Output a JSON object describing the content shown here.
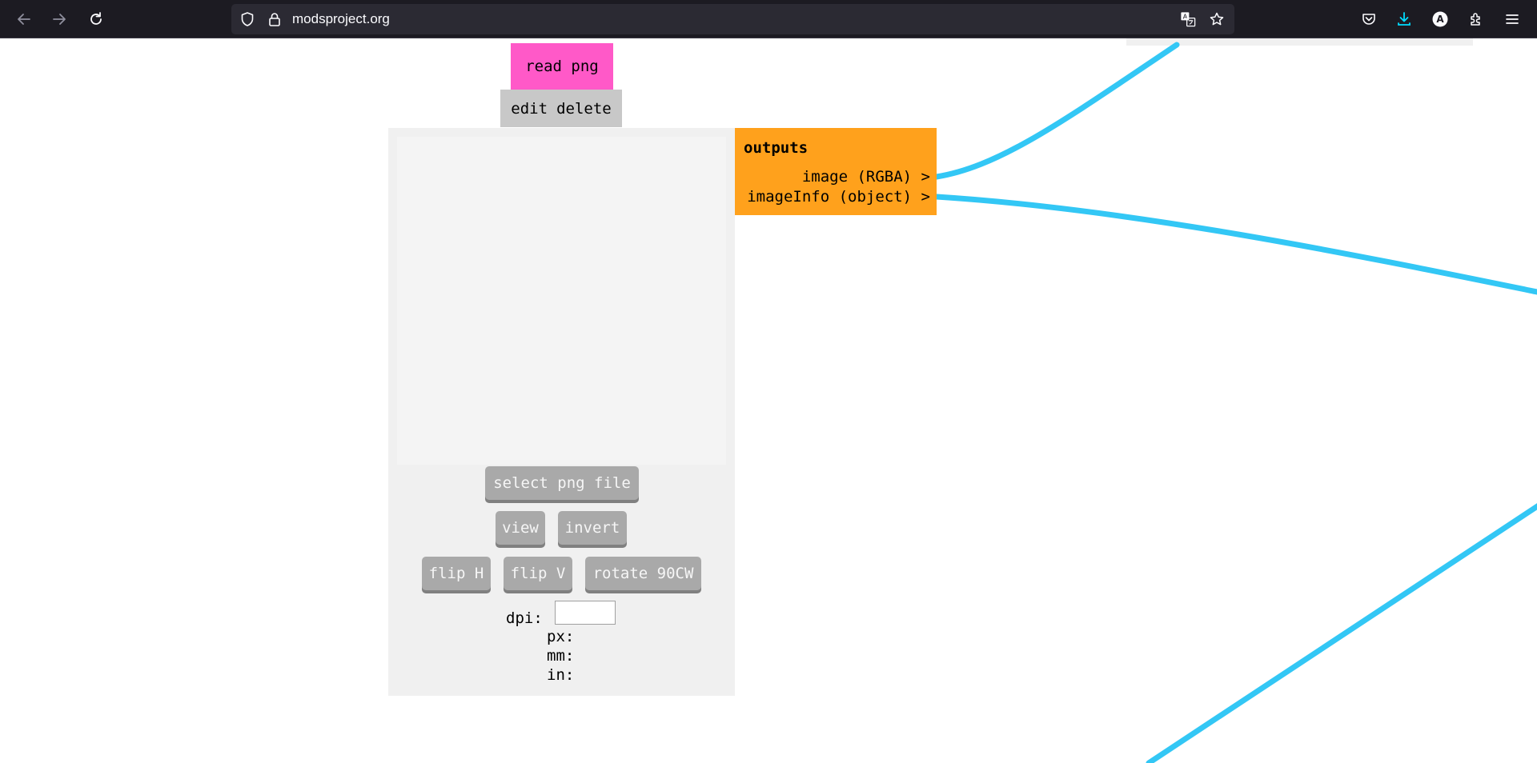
{
  "browser": {
    "url": "modsproject.org",
    "icons": {
      "back": "back-arrow-icon",
      "forward": "forward-arrow-icon",
      "reload": "reload-icon",
      "tracking": "shield-icon",
      "secure": "lock-icon",
      "translate": "translate-icon",
      "bookmark": "star-icon",
      "pocket": "pocket-icon",
      "downloads": "download-icon",
      "account": "account-icon",
      "extensions": "puzzle-icon",
      "menu": "hamburger-menu-icon"
    },
    "account_initial": "A",
    "colors": {
      "chrome": "#1c1b22",
      "urlbar": "#2b2a33",
      "download_accent": "#00ddff"
    }
  },
  "module": {
    "title": "read png",
    "edit_label": "edit",
    "delete_label": "delete",
    "buttons": {
      "select_file": "select png file",
      "view": "view",
      "invert": "invert",
      "flip_h": "flip H",
      "flip_v": "flip V",
      "rotate": "rotate 90CW"
    },
    "dpi_label": "dpi:",
    "dpi_value": "",
    "px_label": "px:",
    "mm_label": "mm:",
    "in_label": "in:",
    "colors": {
      "title_bg": "#ff59c8",
      "edit_bg": "#c8c8c8",
      "body_bg": "#f0f0f0",
      "button_bg": "#a9a9a9"
    }
  },
  "outputs": {
    "heading": "outputs",
    "ports": [
      {
        "label": "image (RGBA) >"
      },
      {
        "label": "imageInfo (object) >"
      }
    ],
    "colors": {
      "bg": "#ffa11c",
      "wire": "#33c7f5"
    }
  }
}
